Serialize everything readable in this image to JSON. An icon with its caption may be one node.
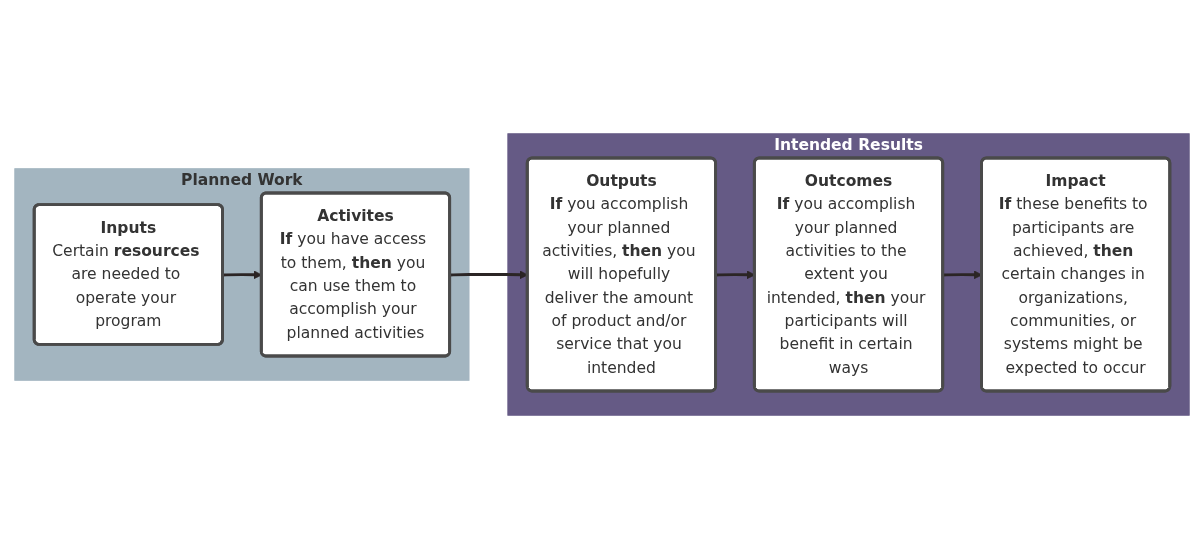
{
  "diagram": {
    "nodes": [
      {
        "text": [
          "Planned Work"
        ]
      },
      {
        "text": [
          "Inputs",
          "Certain **resources** are needed to operate your program"
        ],
        "in": 0
      },
      {
        "text": [
          "Activites",
          "**If** you have access to them, **then** you can use them to accomplish your planned activities"
        ],
        "in": 0
      },
      {
        "text": [
          "Intended Results"
        ]
      },
      {
        "text": [
          "Outputs",
          "**If** you accomplish your planned activities, **then** you will hopefully deliver the amount of product and/or service that you intended"
        ],
        "in": 3
      },
      {
        "text": [
          "Outcomes",
          "**If** you accomplish your planned activities to the extent you intended, **then** your participants will benefit in certain ways"
        ],
        "in": 3
      },
      {
        "text": [
          "Impact",
          "**If** these benefits to participants are achieved, **then** certain changes in organizations, communities, or systems might be expected to occur"
        ],
        "in": 3
      }
    ],
    "edges": [
      {
        "from": 1,
        "to": 2,
        "arrow": "to"
      },
      {
        "from": 2,
        "to": 4,
        "arrow": "to"
      },
      {
        "from": 4,
        "to": 5,
        "arrow": "to"
      },
      {
        "from": 5,
        "to": 6,
        "arrow": "to"
      }
    ]
  }
}
